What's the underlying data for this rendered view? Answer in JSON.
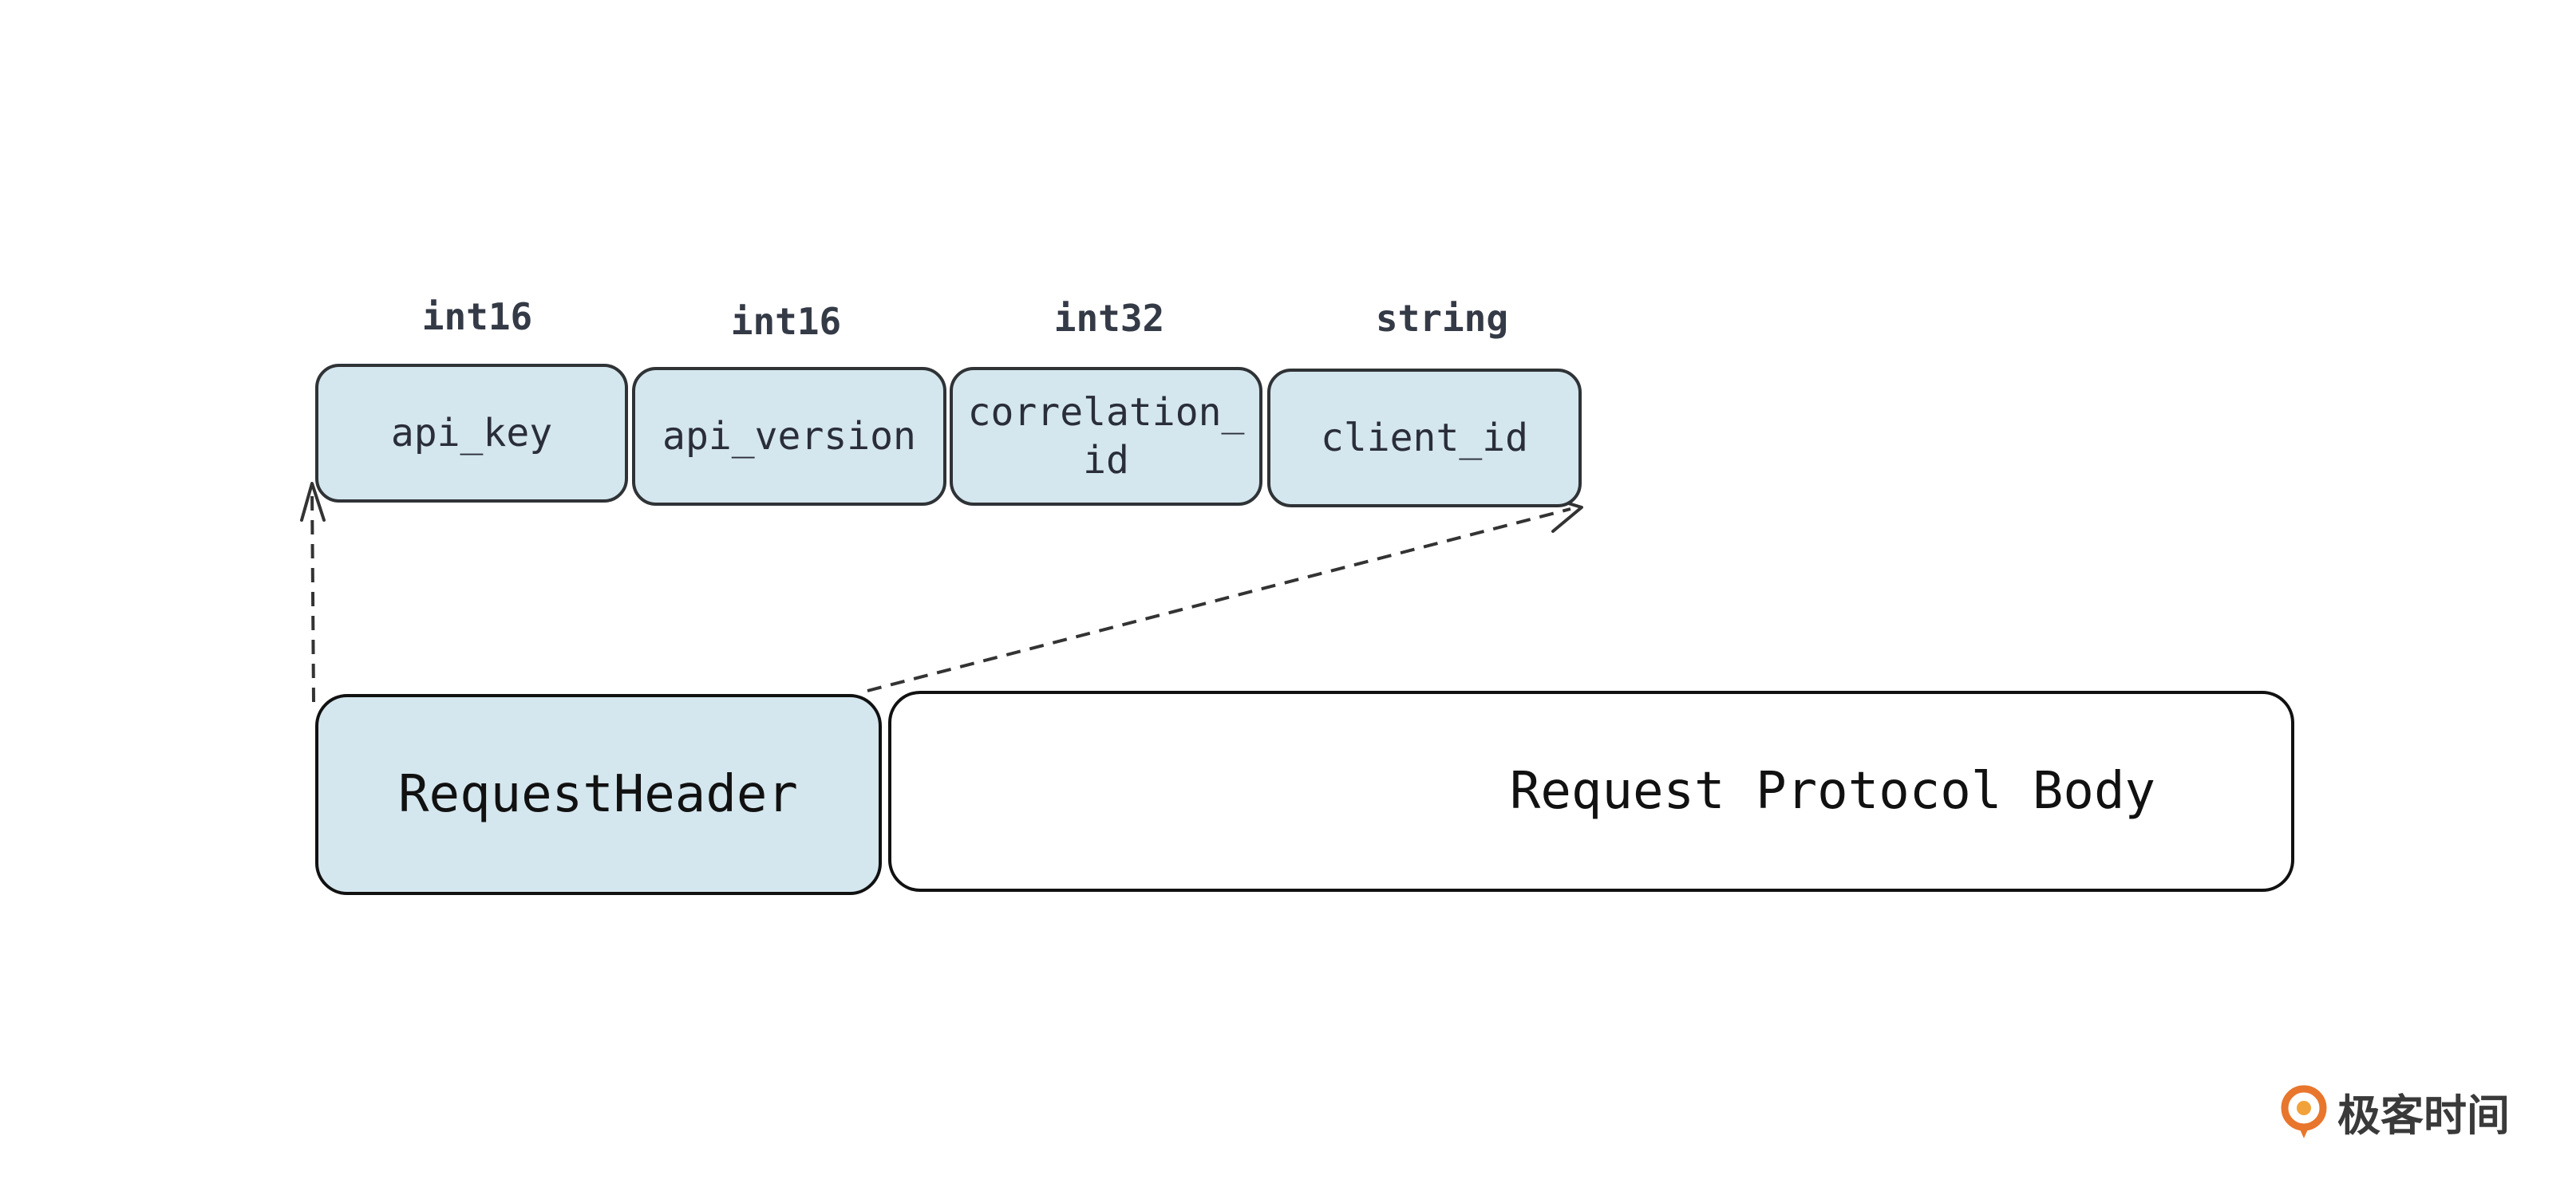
{
  "fields": [
    {
      "type": "int16",
      "name": "api_key"
    },
    {
      "type": "int16",
      "name": "api_version"
    },
    {
      "type": "int32",
      "name": "correlation_\nid"
    },
    {
      "type": "string",
      "name": "client_id"
    }
  ],
  "blocks": {
    "header": "RequestHeader",
    "body": "Request Protocol Body"
  },
  "logo": {
    "text": "极客时间",
    "icon": "geektime-logo-icon"
  },
  "colors": {
    "field_fill": "#d4e6ee",
    "stroke": "#2f3336",
    "logo_accent": "#e8762c"
  }
}
